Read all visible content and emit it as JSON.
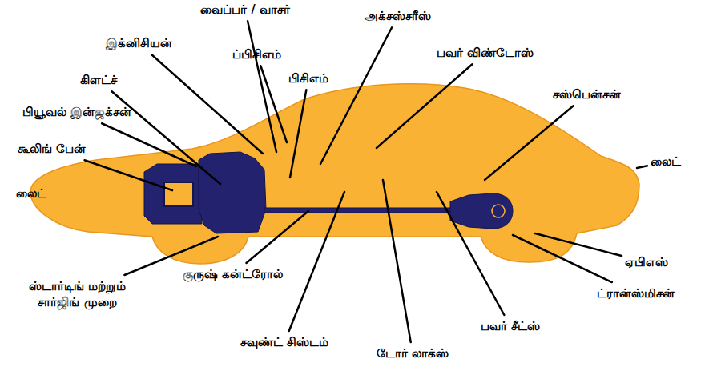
{
  "diagram": {
    "labels": [
      "வைப்பர் / வாசர்",
      "அக்சஸ்சரீஸ்",
      "இக்னிசியன்",
      "ப்பிசிஎம்",
      "பவர் விண்டோஸ்",
      "கிளட்ச்",
      "பிசிஎம்",
      "சஸ்பென்சன்",
      "பியூவல் இன்ஜக்சன்",
      "கூலிங் பேன்",
      "லைட்",
      "லைட்",
      "ஏபிஎஸ்",
      "குருஷ் கன்ட்ரோல்",
      "ஸ்டார்டிங் மற்றும் சார்ஜிங் முறை",
      "ட்ரான்ஸ்மிசன்",
      "பவர் சீட்ஸ்",
      "சவுண்ட் சிஸ்டம்",
      "டோர் லாக்ஸ்"
    ]
  }
}
